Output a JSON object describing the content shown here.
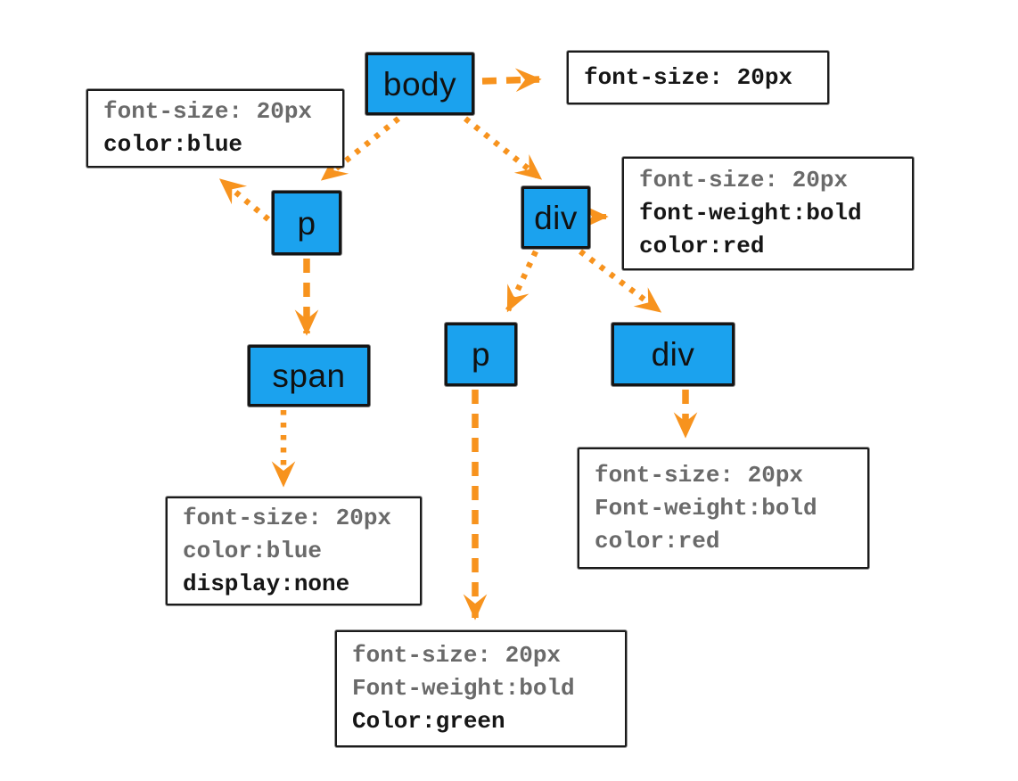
{
  "diagram": {
    "type": "dom-css-inheritance-tree",
    "colors": {
      "node_fill": "#1BA2EE",
      "node_border": "#151515",
      "arrow": "#F7931E",
      "inherited_text": "#6a6a6a",
      "declared_text": "#161616",
      "background": "#ffffff"
    }
  },
  "nodes": {
    "body": {
      "label": "body"
    },
    "p": {
      "label": "p"
    },
    "div": {
      "label": "div"
    },
    "span": {
      "label": "span"
    },
    "p2": {
      "label": "p"
    },
    "div2": {
      "label": "div"
    }
  },
  "rules": {
    "body": {
      "lines": [
        {
          "text": "font-size: 20px",
          "emphasis": "declared"
        }
      ]
    },
    "p": {
      "lines": [
        {
          "text": "font-size: 20px",
          "emphasis": "inherited"
        },
        {
          "text": "color:blue",
          "emphasis": "declared"
        }
      ]
    },
    "div": {
      "lines": [
        {
          "text": "font-size: 20px",
          "emphasis": "inherited"
        },
        {
          "text": "font-weight:bold",
          "emphasis": "declared"
        },
        {
          "text": "color:red",
          "emphasis": "declared"
        }
      ]
    },
    "span": {
      "lines": [
        {
          "text": "font-size: 20px",
          "emphasis": "inherited"
        },
        {
          "text": "color:blue",
          "emphasis": "inherited"
        },
        {
          "text": "display:none",
          "emphasis": "declared"
        }
      ]
    },
    "div2": {
      "lines": [
        {
          "text": "font-size: 20px",
          "emphasis": "inherited"
        },
        {
          "text": "Font-weight:bold",
          "emphasis": "inherited"
        },
        {
          "text": "color:red",
          "emphasis": "inherited"
        }
      ]
    },
    "p2": {
      "lines": [
        {
          "text": "font-size: 20px",
          "emphasis": "inherited"
        },
        {
          "text": "Font-weight:bold",
          "emphasis": "inherited"
        },
        {
          "text": "Color:green",
          "emphasis": "declared"
        }
      ]
    }
  },
  "edges": [
    {
      "from": "body",
      "to": "body-rules",
      "style": "dashed-arrow"
    },
    {
      "from": "body",
      "to": "p",
      "style": "dotted-arrow"
    },
    {
      "from": "body",
      "to": "div",
      "style": "dotted-arrow"
    },
    {
      "from": "p",
      "to": "p-rules",
      "style": "dotted-arrow"
    },
    {
      "from": "p",
      "to": "span",
      "style": "dashed-arrow"
    },
    {
      "from": "span",
      "to": "span-rules",
      "style": "dotted-arrow"
    },
    {
      "from": "div",
      "to": "div-rules",
      "style": "short-arrow"
    },
    {
      "from": "div",
      "to": "p2",
      "style": "dotted-arrow"
    },
    {
      "from": "div",
      "to": "div2",
      "style": "dotted-arrow"
    },
    {
      "from": "p2",
      "to": "p2-rules",
      "style": "dashed-arrow"
    },
    {
      "from": "div2",
      "to": "div2-rules",
      "style": "dashed-arrow"
    }
  ]
}
